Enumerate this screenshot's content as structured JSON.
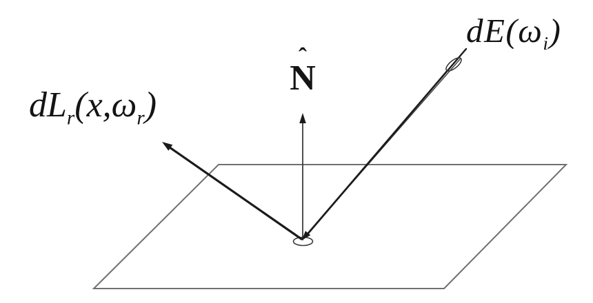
{
  "colors": {
    "page_bg": "#ffffff",
    "line_dark": "#1b1b1b",
    "line_mid": "#3a3a3a",
    "line_gray": "#6f6f6f",
    "text": "#141414"
  },
  "labels": {
    "reflected_radiance": {
      "main": "dL",
      "sub1": "r",
      "mid": "(x,ω",
      "sub2": "r",
      "close": ")"
    },
    "normal": {
      "hat": "ˆ",
      "letter": "N"
    },
    "irradiance": {
      "main": "dE(ω",
      "sub": "i",
      "close": ")"
    }
  },
  "diagram": {
    "type": "brdf-geometry",
    "elements": [
      "surface-plane",
      "differential-area-ellipse",
      "normal-vector",
      "reflected-ray",
      "incident-beam-cone",
      "solid-angle-ellipse"
    ]
  }
}
